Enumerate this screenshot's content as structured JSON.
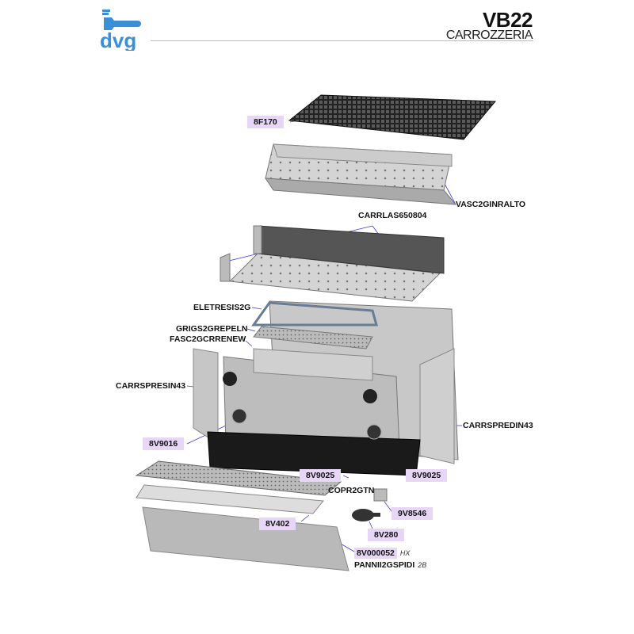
{
  "header": {
    "brand": "dvg",
    "model": "VB22",
    "section": "CARROZZERIA"
  },
  "colors": {
    "brand": "#3a8fd6",
    "pill": "#e8d6f7",
    "leader": "#3b3bd6"
  },
  "parts": {
    "grate": "8F170",
    "drip_tray": "VASC2GINRALTO",
    "top_tray": "CARRLAS650804",
    "heater": "ELETRESIS2G",
    "grid": "GRIGS2GREPELN",
    "front_band": "FASC2GCRRENEW",
    "left_side": "CARRSPRESIN43",
    "right_side": "CARRSPREDIN43",
    "gauge": "8V9016",
    "valve_left": "8V9025",
    "valve_right": "8V9025",
    "cover": "COPR2GTN",
    "foot": "9V8546",
    "tray_grid": "8V402",
    "filter_holder": "8V280",
    "panel_code": "8V000052",
    "panel_code_suffix": "HX",
    "panel": "PANNII2GSPIDI",
    "panel_suffix": "2B"
  }
}
